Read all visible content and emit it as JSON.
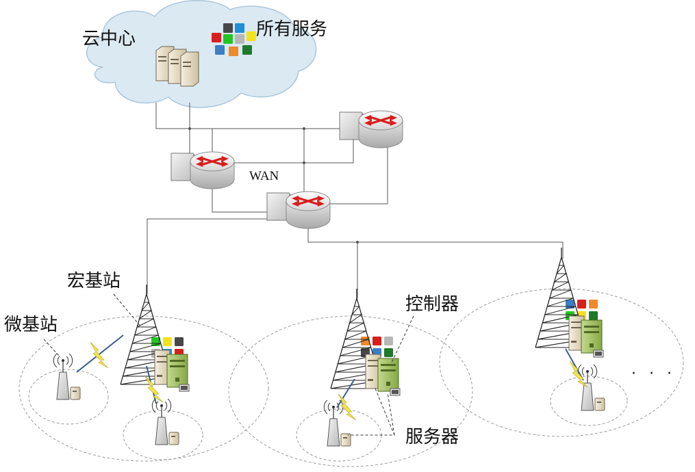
{
  "labels": {
    "cloud_center": "云中心",
    "all_services": "所有服务",
    "wan": "WAN",
    "macro_bs": "宏基站",
    "micro_bs": "微基站",
    "controller": "控制器",
    "server": "服务器",
    "ellipsis": "· · ·"
  },
  "colors": {
    "cloud_fill": "#dbe9f3",
    "cloud_stroke": "#a9c6dc",
    "link_line": "#555555",
    "router_arrow": "#d81e1e",
    "server_green": "#9dbb61",
    "server_beige": "#e9dfc7",
    "lightning": "#f1e44a",
    "wireless_link": "#3b5c8c"
  },
  "service_palette": {
    "red": "#d81f1f",
    "dark_gray": "#474747",
    "blue": "#1e8fd8",
    "yellow": "#f4e21a",
    "green": "#22c622",
    "light_gray": "#b7b7b7",
    "steel_blue": "#3b7fc6",
    "orange": "#ef8a2b",
    "dark_green": "#1e7a2a"
  },
  "service_sets": {
    "cloud": [
      "dark_gray",
      "blue",
      "red",
      "green",
      "light_gray",
      "yellow",
      "steel_blue",
      "orange",
      "dark_green"
    ],
    "cell_left": [
      "green",
      "yellow",
      "dark_gray",
      "light_gray",
      "blue",
      "red"
    ],
    "cell_middle": [
      "orange",
      "red",
      "light_gray",
      "dark_gray",
      "steel_blue",
      "dark_green"
    ],
    "cell_right": [
      "steel_blue",
      "red",
      "orange",
      "green",
      "yellow",
      "dark_green"
    ]
  }
}
